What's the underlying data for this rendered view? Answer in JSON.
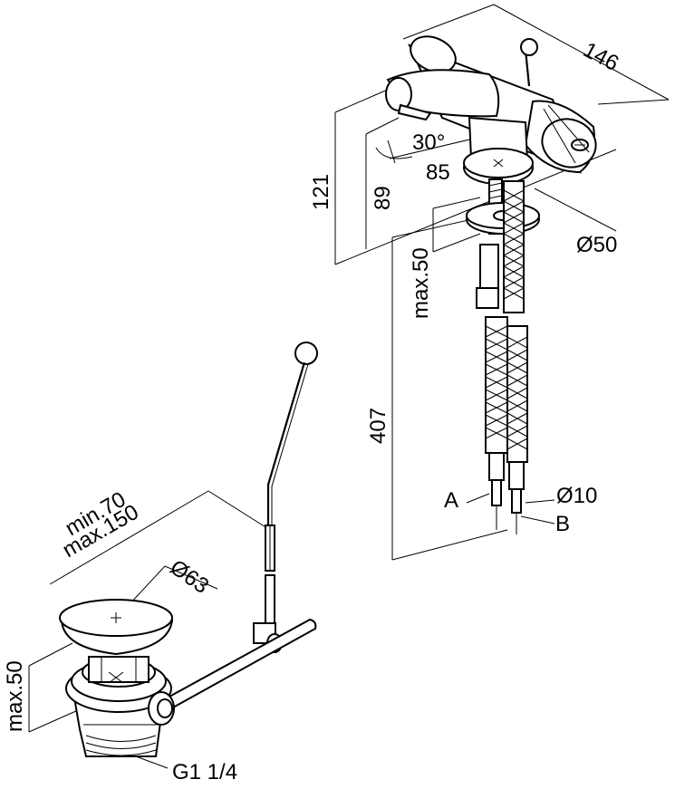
{
  "labels": {
    "width_146": "146",
    "angle_30": "30°",
    "d_85": "85",
    "h_121": "121",
    "h_89": "89",
    "max_50_top": "max.50",
    "dia_50": "Ø50",
    "h_407": "407",
    "dia_10": "Ø10",
    "conn_a": "A",
    "conn_b": "B",
    "min_70": "min.70",
    "max_150": "max.150",
    "dia_63": "Ø63",
    "max_50_bottom": "max.50",
    "thread": "G1 1/4"
  }
}
